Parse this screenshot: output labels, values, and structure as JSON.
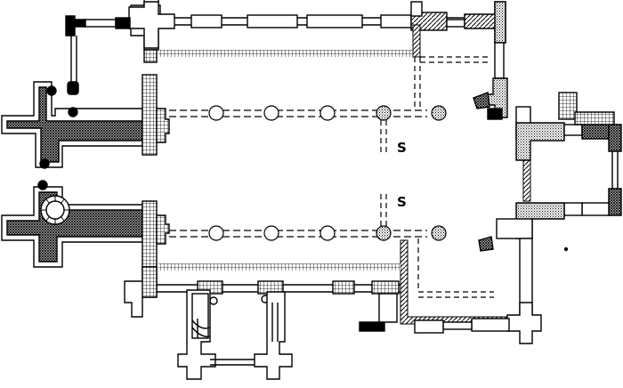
{
  "figure": {
    "kind": "architectural floor plan",
    "labels": [
      {
        "id": "label-s-north",
        "text": "S"
      },
      {
        "id": "label-s-south",
        "text": "S"
      }
    ],
    "hatch_fills": [
      "dense-crosshatch",
      "grid-hatch",
      "fine-stipple",
      "solid-black",
      "diagonal-hatch"
    ],
    "colors": {
      "ink": "#000000",
      "paper": "#ffffff"
    }
  }
}
